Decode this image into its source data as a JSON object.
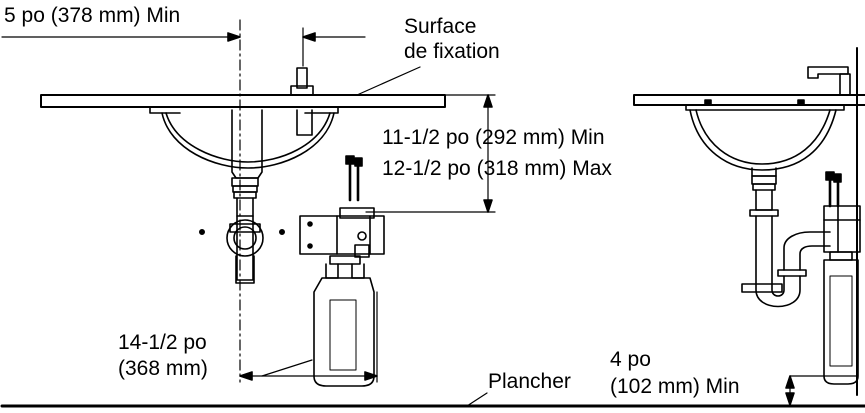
{
  "labels": {
    "top_min": "5 po (378 mm) Min",
    "surface_line1": "Surface",
    "surface_line2": "de fixation",
    "height_min": "11-1/2 po (292 mm) Min",
    "height_max": "12-1/2 po (318 mm) Max",
    "depth_line1": "14-1/2 po",
    "depth_line2": "(368 mm)",
    "floor": "Plancher",
    "floor_gap_line1": "4 po",
    "floor_gap_line2": "(102 mm) Min"
  },
  "colors": {
    "ink": "#000000",
    "paper": "#ffffff"
  }
}
